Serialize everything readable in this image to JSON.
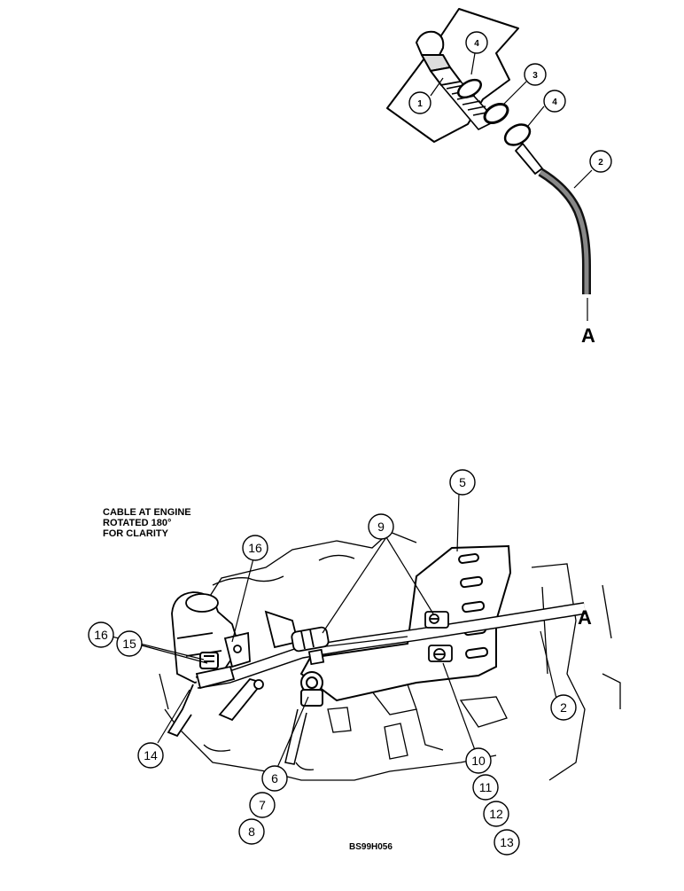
{
  "note": {
    "lines": [
      "CABLE AT ENGINE",
      "ROTATED 180°",
      "FOR CLARITY"
    ]
  },
  "figure_id": "BS99H056",
  "reference_letters": [
    "A",
    "A"
  ],
  "callouts_upper": [
    "1",
    "4",
    "3",
    "4",
    "2"
  ],
  "callouts_lower": [
    "5",
    "9",
    "16",
    "16",
    "15",
    "2",
    "14",
    "6",
    "7",
    "8",
    "10",
    "11",
    "12",
    "13"
  ]
}
